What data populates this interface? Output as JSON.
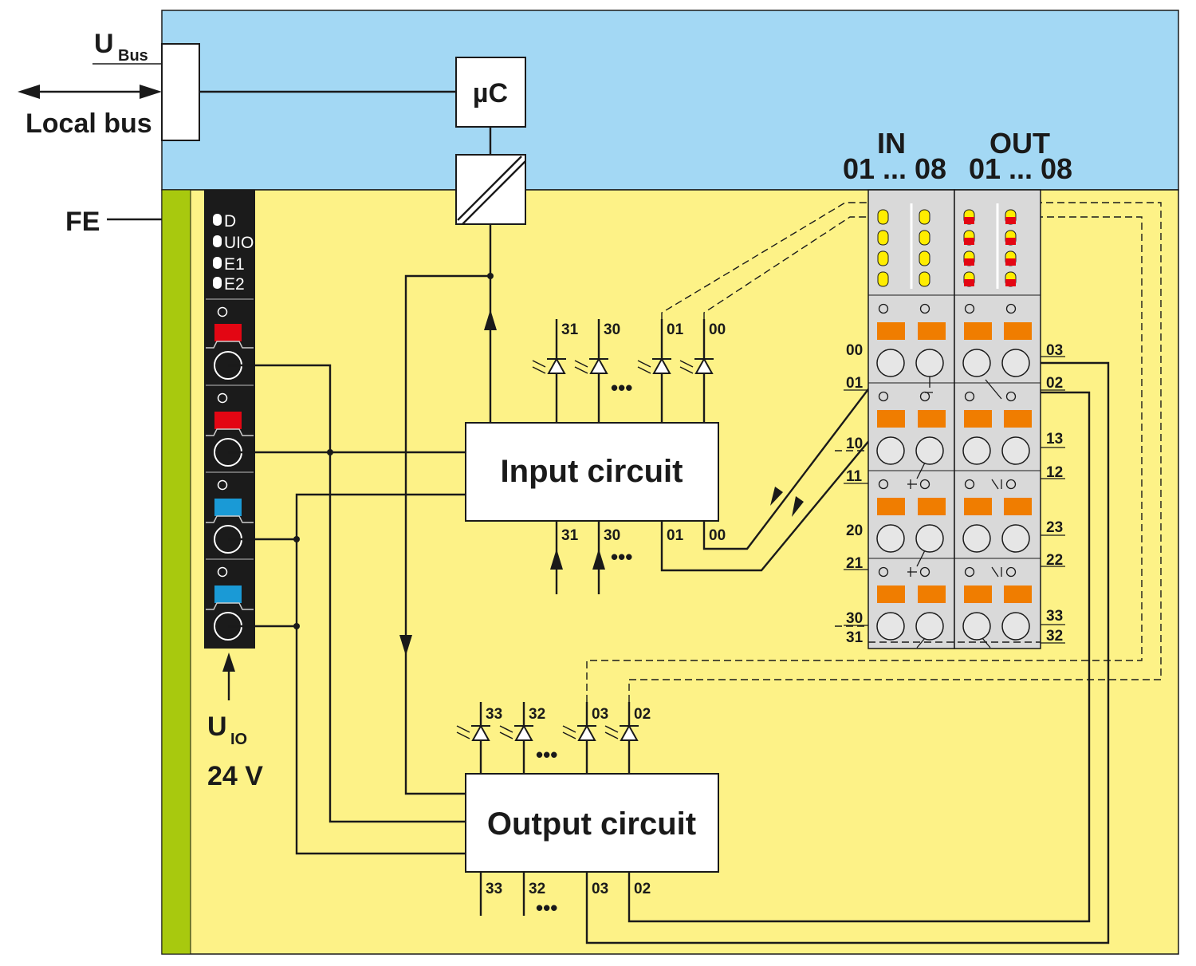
{
  "labels": {
    "u_bus_main": "U",
    "u_bus_sub": "Bus",
    "local_bus": "Local bus",
    "fe": "FE",
    "u_io_main": "U",
    "u_io_sub": "IO",
    "voltage": "24 V",
    "microcontroller": "µC",
    "input_circuit": "Input circuit",
    "output_circuit": "Output circuit",
    "in_header": "IN",
    "out_header": "OUT",
    "in_range": "01 ... 08",
    "out_range": "01 ... 08",
    "ellipsis": "•••"
  },
  "status_leds": [
    "D",
    "UIO",
    "E1",
    "E2"
  ],
  "input_pins": [
    "31",
    "30",
    "01",
    "00"
  ],
  "output_pins": [
    "33",
    "32",
    "03",
    "02"
  ],
  "terminals_left": [
    "00",
    "01",
    "10",
    "11",
    "20",
    "21",
    "30",
    "31"
  ],
  "terminals_right": [
    "03",
    "02",
    "13",
    "12",
    "23",
    "22",
    "33",
    "32"
  ],
  "colors": {
    "bus_area": "#a3d8f4",
    "io_area": "#fdf287",
    "fe_strip": "#a8c90e",
    "power_module": "#1b1b1b",
    "red_connector": "#e30613",
    "blue_connector": "#1a9ad6",
    "terminal_body": "#d9d9d9",
    "orange_latch": "#f07d00",
    "led_yellow": "#ffed00",
    "led_red": "#e30613"
  }
}
